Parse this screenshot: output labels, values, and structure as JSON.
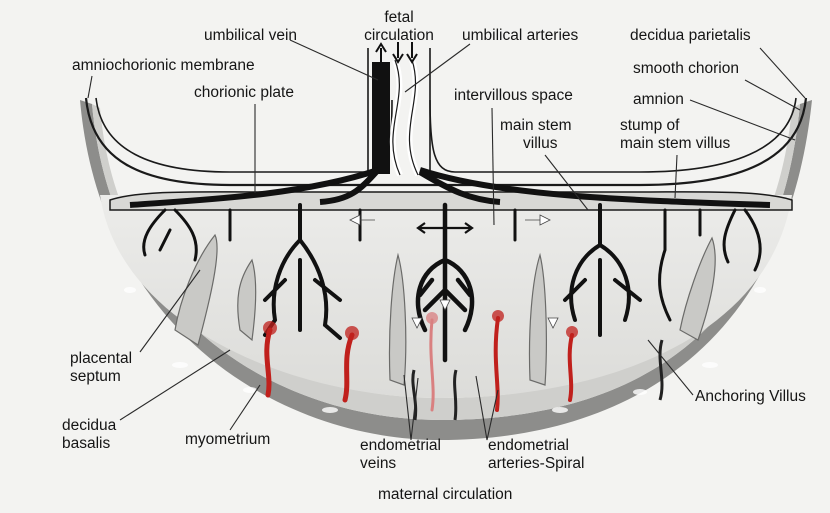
{
  "labels": {
    "fetal_circulation_1": "fetal",
    "fetal_circulation_2": "circulation",
    "umbilical_vein": "umbilical vein",
    "umbilical_arteries": "umbilical arteries",
    "decidua_parietalis": "decidua parietalis",
    "amniochorionic_membrane": "amniochorionic membrane",
    "smooth_chorion": "smooth chorion",
    "chorionic_plate": "chorionic plate",
    "intervillous_space": "intervillous space",
    "amnion": "amnion",
    "main_stem_villus_1": "main stem",
    "main_stem_villus_2": "villus",
    "stump_1": "stump of",
    "stump_2": "main stem villus",
    "placental_septum_1": "placental",
    "placental_septum_2": "septum",
    "decidua_basalis_1": "decidua",
    "decidua_basalis_2": "basalis",
    "myometrium": "myometrium",
    "endometrial_veins_1": "endometrial",
    "endometrial_veins_2": "veins",
    "endometrial_arteries_1": "endometrial",
    "endometrial_arteries_2": "arteries-Spiral",
    "anchoring_villus": "Anchoring Villus",
    "maternal_circulation": "maternal circulation"
  },
  "colors": {
    "background": "#f3f3f1",
    "myometrium": "#8d8d8b",
    "decidua": "#cfcfcc",
    "intervillous": "#e4e4e1",
    "villi": "#111111",
    "maternal_blood": "#c0201c",
    "maternal_blood_light": "#d98080"
  }
}
